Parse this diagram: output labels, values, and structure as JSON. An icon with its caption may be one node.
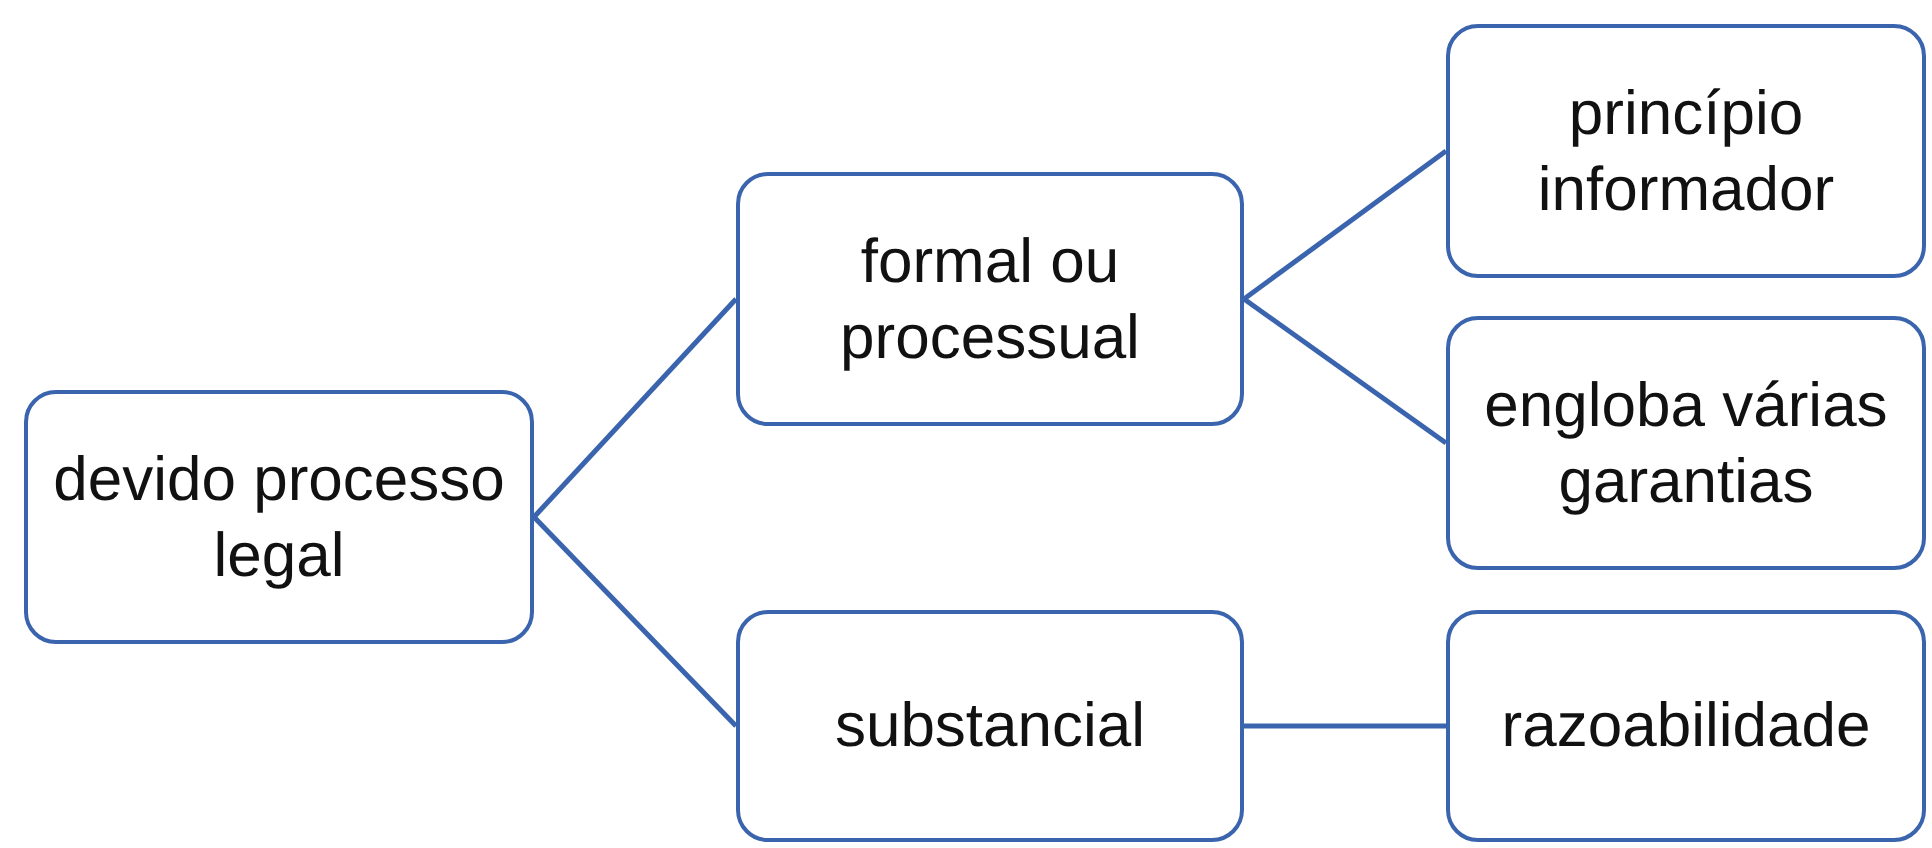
{
  "diagram": {
    "nodes": [
      {
        "text": [
          "devido processo legal"
        ]
      },
      {
        "text": [
          "formal ou processual"
        ]
      },
      {
        "text": [
          "princípio informador"
        ]
      },
      {
        "text": [
          "engloba várias garantias"
        ]
      },
      {
        "text": [
          "substancial"
        ]
      },
      {
        "text": [
          "razoabilidade"
        ]
      }
    ],
    "edges": [
      {
        "from": 0,
        "to": 1,
        "arrow": "none"
      },
      {
        "from": 0,
        "to": 4,
        "arrow": "none"
      },
      {
        "from": 1,
        "to": 2,
        "arrow": "none"
      },
      {
        "from": 1,
        "to": 3,
        "arrow": "none"
      },
      {
        "from": 4,
        "to": 5,
        "arrow": "none"
      }
    ]
  }
}
